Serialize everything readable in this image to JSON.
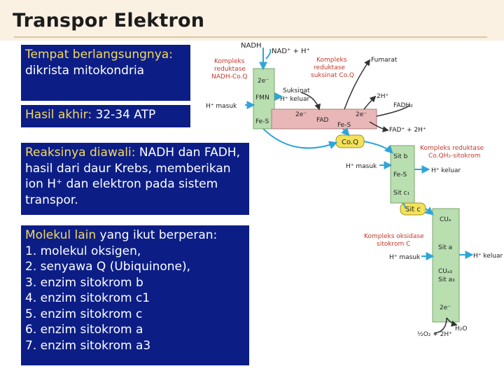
{
  "slide": {
    "title": "Transpor Elektron",
    "box1": {
      "label": "Tempat berlangsungnya:",
      "value": "dikrista mitokondria"
    },
    "box2": {
      "label": "Hasil akhir:",
      "value": "32-34 ATP"
    },
    "box3": {
      "label": "Reaksinya diawali:",
      "text": "NADH dan FADH, hasil dari daur Krebs, memberikan ion H⁺ dan elektron pada sistem transpor."
    },
    "box4": {
      "label": "Molekul lain",
      "intro": "yang ikut berperan:",
      "items": [
        "1. molekul oksigen,",
        "2. senyawa Q (Ubiquinone),",
        "3. enzim sitokrom b",
        "4. enzim sitokrom c1",
        "5. enzim sitokrom c",
        "6. enzim sitokrom a",
        "7. enzim sitokrom a3"
      ]
    }
  },
  "diagram": {
    "nadh": "NADH",
    "nad_h": "NAD⁺ + H⁺",
    "complex1_title": [
      "Kompleks",
      "reduktase",
      "NADH-Co.Q"
    ],
    "complex2_title": [
      "Kompleks",
      "reduktase",
      "suksinat Co.Q"
    ],
    "two_e": "2e⁻",
    "fmn": "FMN",
    "fes": "Fe-S",
    "suksinat": "Suksinat",
    "h_keluar": "H⁺ keluar",
    "h_masuk": "H⁺ masuk",
    "fumarat": "Fumarat",
    "two_h": "2H⁺",
    "fadh2": "FADH₂",
    "fad": "FAD",
    "fad_2h": "FAD⁺ + 2H⁺",
    "coq": "Co.Q",
    "complex3_title": [
      "Kompleks reduktase",
      "Co.QH₂-sitokrom"
    ],
    "sit_b": "Sit b",
    "sit_c1": "Sit c₁",
    "sit_c": "Sit c",
    "cu_a": "CUₐ",
    "sit_a": "Sit a",
    "cu_a3": "CUₐ₃",
    "sit_a3": "Sit a₃",
    "complex4_title": [
      "Kompleks oksidase",
      "sitokrom C"
    ],
    "oxygen_eq": "½O₂ + 2H⁺",
    "water": "H₂O",
    "colors": {
      "red_label": "#c0392b",
      "complex_green": "#b9deb0",
      "complex_pink": "#e9b7b7",
      "carrier_yellow": "#f2e25a",
      "arrow_blue": "#2fa5d8"
    }
  }
}
